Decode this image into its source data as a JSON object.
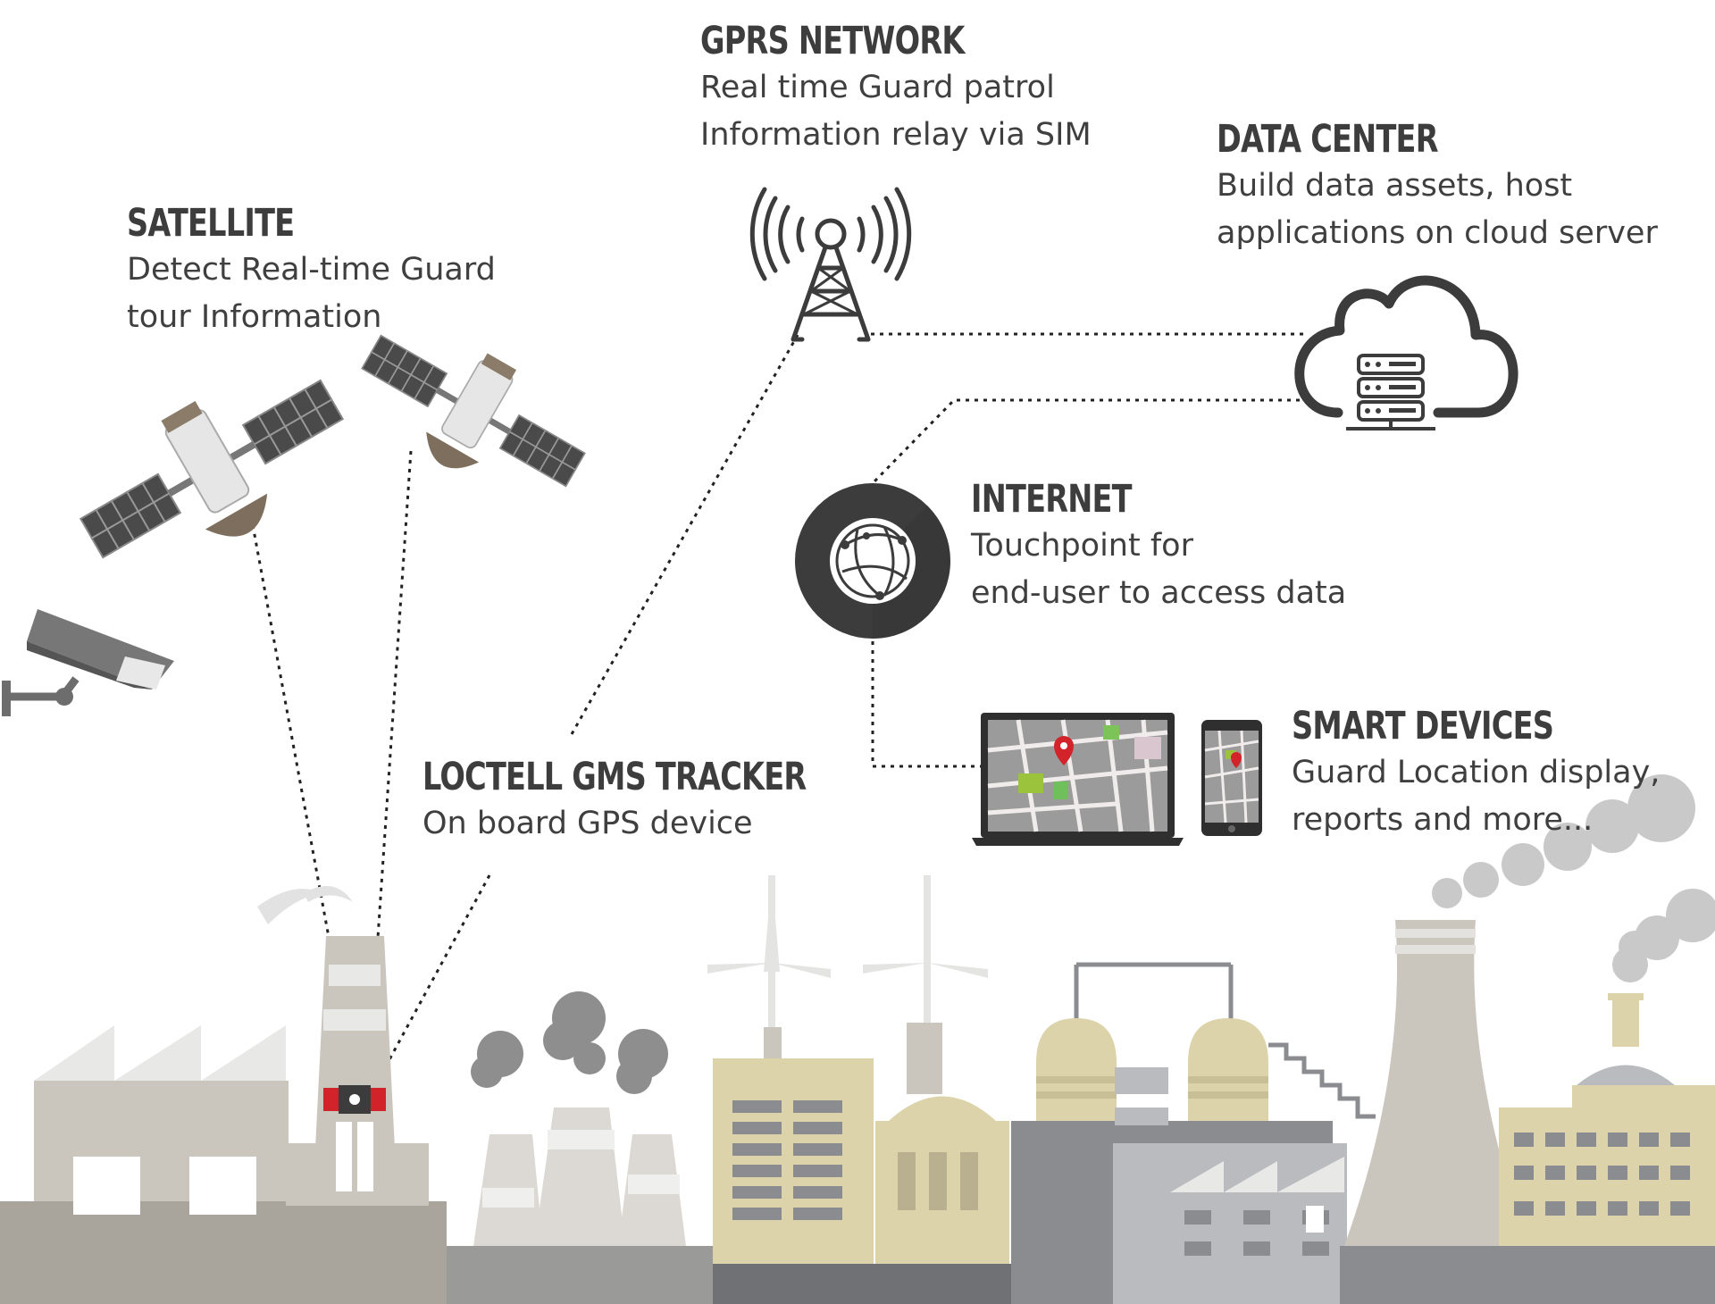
{
  "nodes": {
    "gprs": {
      "title": "GPRS NETWORK",
      "lines": [
        "Real time Guard patrol",
        "Information relay via SIM"
      ],
      "icon": "cell-tower-icon"
    },
    "datacenter": {
      "title": "DATA CENTER",
      "lines": [
        "Build data assets, host",
        "applications on cloud server"
      ],
      "icon": "cloud-server-icon"
    },
    "satellite": {
      "title": "SATELLITE",
      "lines": [
        "Detect Real-time Guard",
        "tour Information"
      ],
      "icon": "satellite-icon"
    },
    "internet": {
      "title": "INTERNET",
      "lines": [
        "Touchpoint for",
        "end-user to access data"
      ],
      "icon": "globe-icon"
    },
    "smartdevices": {
      "title": "SMART DEVICES",
      "lines": [
        "Guard Location display,",
        "reports and more..."
      ],
      "icon": "laptop-map-icon"
    },
    "tracker": {
      "title": "LOCTELL GMS TRACKER",
      "lines": [
        "On board GPS device"
      ],
      "icon": "gps-tracker-icon"
    }
  },
  "colors": {
    "text": "#3d3d3d",
    "dark_icon": "#3c3c3c",
    "tracker_red": "#d2232a",
    "factory_beige": "#cfc8bf",
    "factory_khaki": "#dcd3ab",
    "factory_grey": "#8a8c8f",
    "ground": "#9a9a98"
  }
}
